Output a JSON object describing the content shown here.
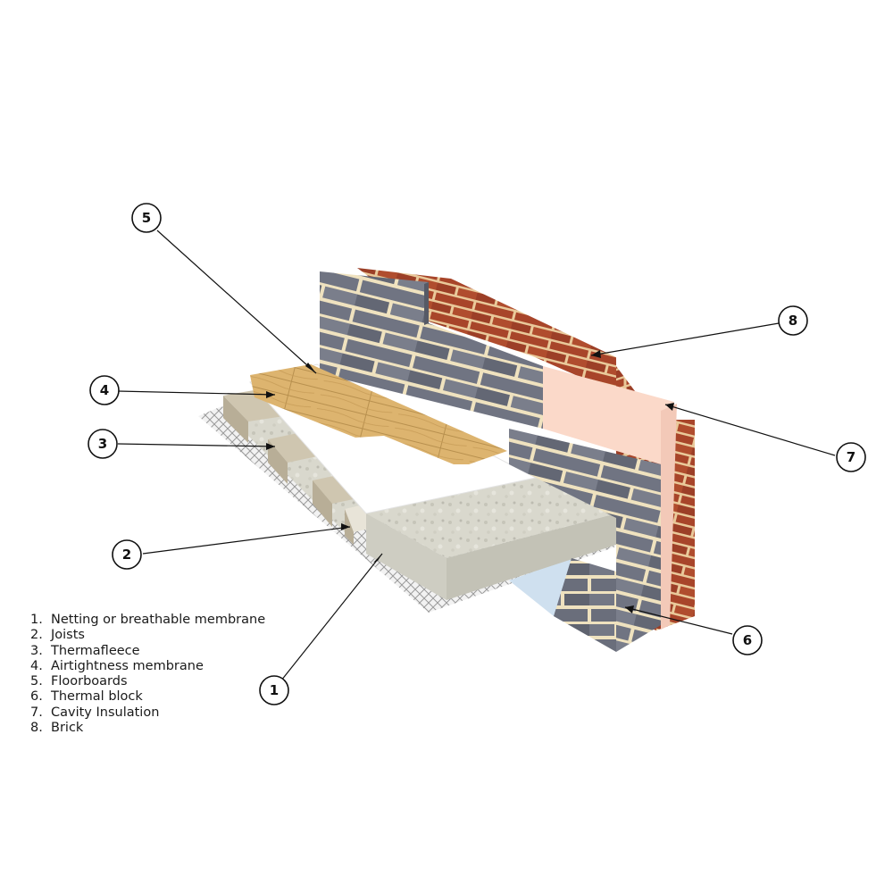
{
  "callouts": [
    {
      "id": "callout-1",
      "number": "1"
    },
    {
      "id": "callout-2",
      "number": "2"
    },
    {
      "id": "callout-3",
      "number": "3"
    },
    {
      "id": "callout-4",
      "number": "4"
    },
    {
      "id": "callout-5",
      "number": "5"
    },
    {
      "id": "callout-6",
      "number": "6"
    },
    {
      "id": "callout-7",
      "number": "7"
    },
    {
      "id": "callout-8",
      "number": "8"
    }
  ],
  "legend": {
    "items": [
      {
        "number": "1.",
        "label": "Netting or breathable membrane"
      },
      {
        "number": "2.",
        "label": "Joists"
      },
      {
        "number": "3.",
        "label": "Thermafleece"
      },
      {
        "number": "4.",
        "label": "Airtightness membrane"
      },
      {
        "number": "5.",
        "label": "Floorboards"
      },
      {
        "number": "6.",
        "label": "Thermal block"
      },
      {
        "number": "7.",
        "label": "Cavity Insulation"
      },
      {
        "number": "8.",
        "label": "Brick"
      }
    ]
  },
  "colors": {
    "brick": "#a8452a",
    "brick_mortar": "#e9c99a",
    "block": "#6f7380",
    "block_mortar": "#efe2bf",
    "cavity_insulation": "#fbd9c9",
    "floorboards": "#ddb46f",
    "thermafleece": "#d8d7cc",
    "airtightness_membrane": "#ffffff",
    "netting": "#c9c9c9",
    "void_blue": "#cfe0ef",
    "callout_stroke": "#111111"
  }
}
